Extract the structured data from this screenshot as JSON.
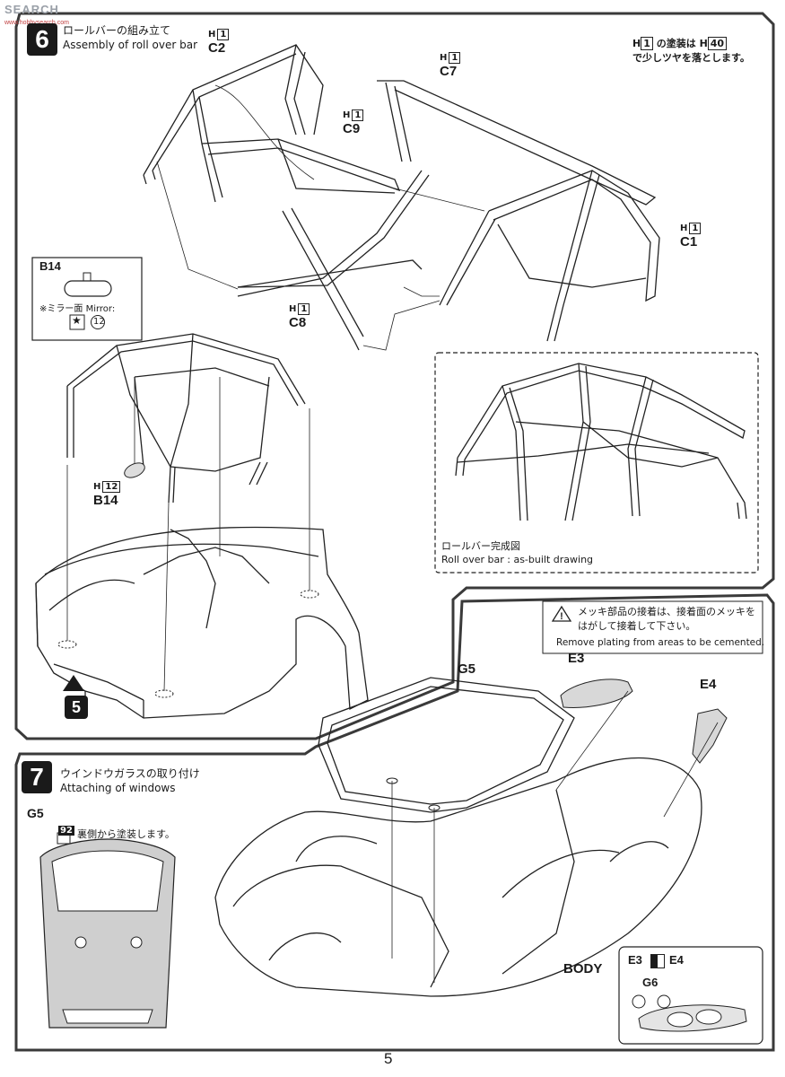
{
  "watermark": {
    "brand": "SEARCH",
    "sub": "www.hobbysearch.com"
  },
  "step6": {
    "number": "6",
    "title_jp": "ロールバーの組み立て",
    "title_en": "Assembly of roll over bar",
    "paint_note": {
      "text": "の塗装は",
      "code1": "1",
      "code2": "40",
      "prefix": "H",
      "line2": "で少しツヤを落とします。"
    },
    "parts": [
      {
        "id": "C2",
        "paint": "H",
        "code": "1"
      },
      {
        "id": "C7",
        "paint": "H",
        "code": "1"
      },
      {
        "id": "C9",
        "paint": "H",
        "code": "1"
      },
      {
        "id": "C1",
        "paint": "H",
        "code": "1"
      },
      {
        "id": "C8",
        "paint": "H",
        "code": "1"
      }
    ],
    "b14_box": {
      "title": "B14",
      "mirror_jp": "※ミラー面",
      "mirror_en": "Mirror:",
      "code": "12"
    },
    "b14_part": {
      "id": "B14",
      "paint": "H",
      "code": "12"
    },
    "ref_step": "5",
    "asbuilt": {
      "jp": "ロールバー完成図",
      "en": "Roll over bar : as-built drawing"
    }
  },
  "step7": {
    "number": "7",
    "title_jp": "ウインドウガラスの取り付け",
    "title_en": "Attaching of windows",
    "g5_left": "G5",
    "g5_note_code": "92",
    "g5_note": "裏側から塗装します。",
    "warning": {
      "jp1": "メッキ部品の接着は、接着面のメッキを",
      "jp2": "はがして接着して下さい。",
      "en": "Remove plating from areas to be cemented."
    },
    "labels": {
      "g5": "G5",
      "e3": "E3",
      "e4": "E4",
      "body": "BODY"
    },
    "inset": {
      "e3": "E3",
      "e4": "E4",
      "g6": "G6"
    }
  },
  "page_number": "5"
}
